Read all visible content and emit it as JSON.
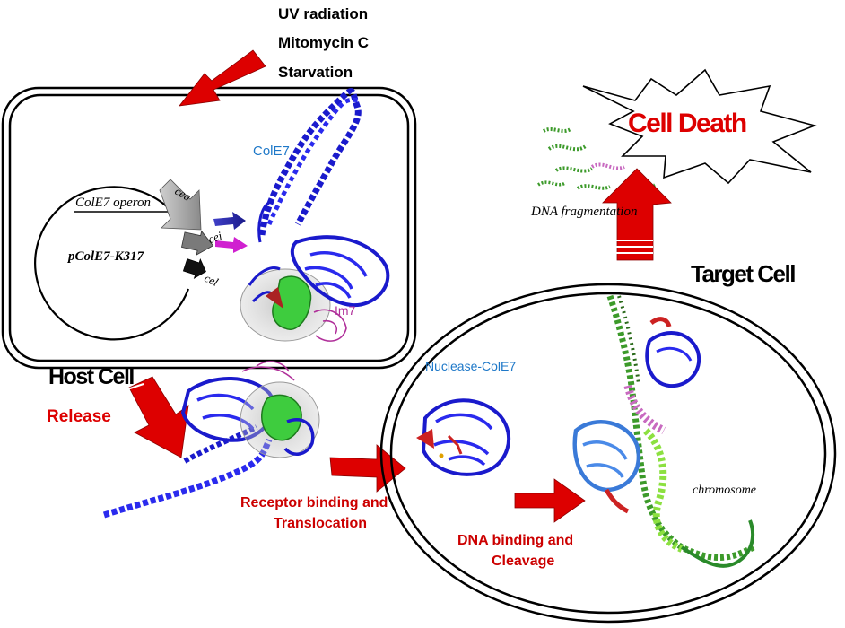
{
  "stimuli": [
    "UV radiation",
    "Mitomycin C",
    "Starvation"
  ],
  "labels": {
    "cole7": "ColE7",
    "im7": "Im7",
    "operon": "ColE7 operon",
    "plasmid": "pColE7-K317",
    "gene_cea": "cea",
    "gene_cei": "cei",
    "gene_cel": "cel",
    "host_cell": "Host Cell",
    "release": "Release",
    "receptor_line1": "Receptor binding and",
    "receptor_line2": "Translocation",
    "nuclease": "Nuclease-ColE7",
    "dna_binding_line1": "DNA binding and",
    "dna_binding_line2": "Cleavage",
    "target_cell": "Target Cell",
    "chromosome": "chromosome",
    "cell_death": "Cell Death",
    "dna_fragmentation": "DNA fragmentation"
  },
  "colors": {
    "arrow_red": "#dd0000",
    "text_red": "#cc0000",
    "protein_blue": "#1a1acc",
    "label_blue": "#1e78c8",
    "im7_magenta": "#b0309a",
    "dna_green": "#3c9a2a",
    "dna_pink": "#c86ac0",
    "gray_arrow": "#a9a9a9",
    "black": "#000000"
  }
}
